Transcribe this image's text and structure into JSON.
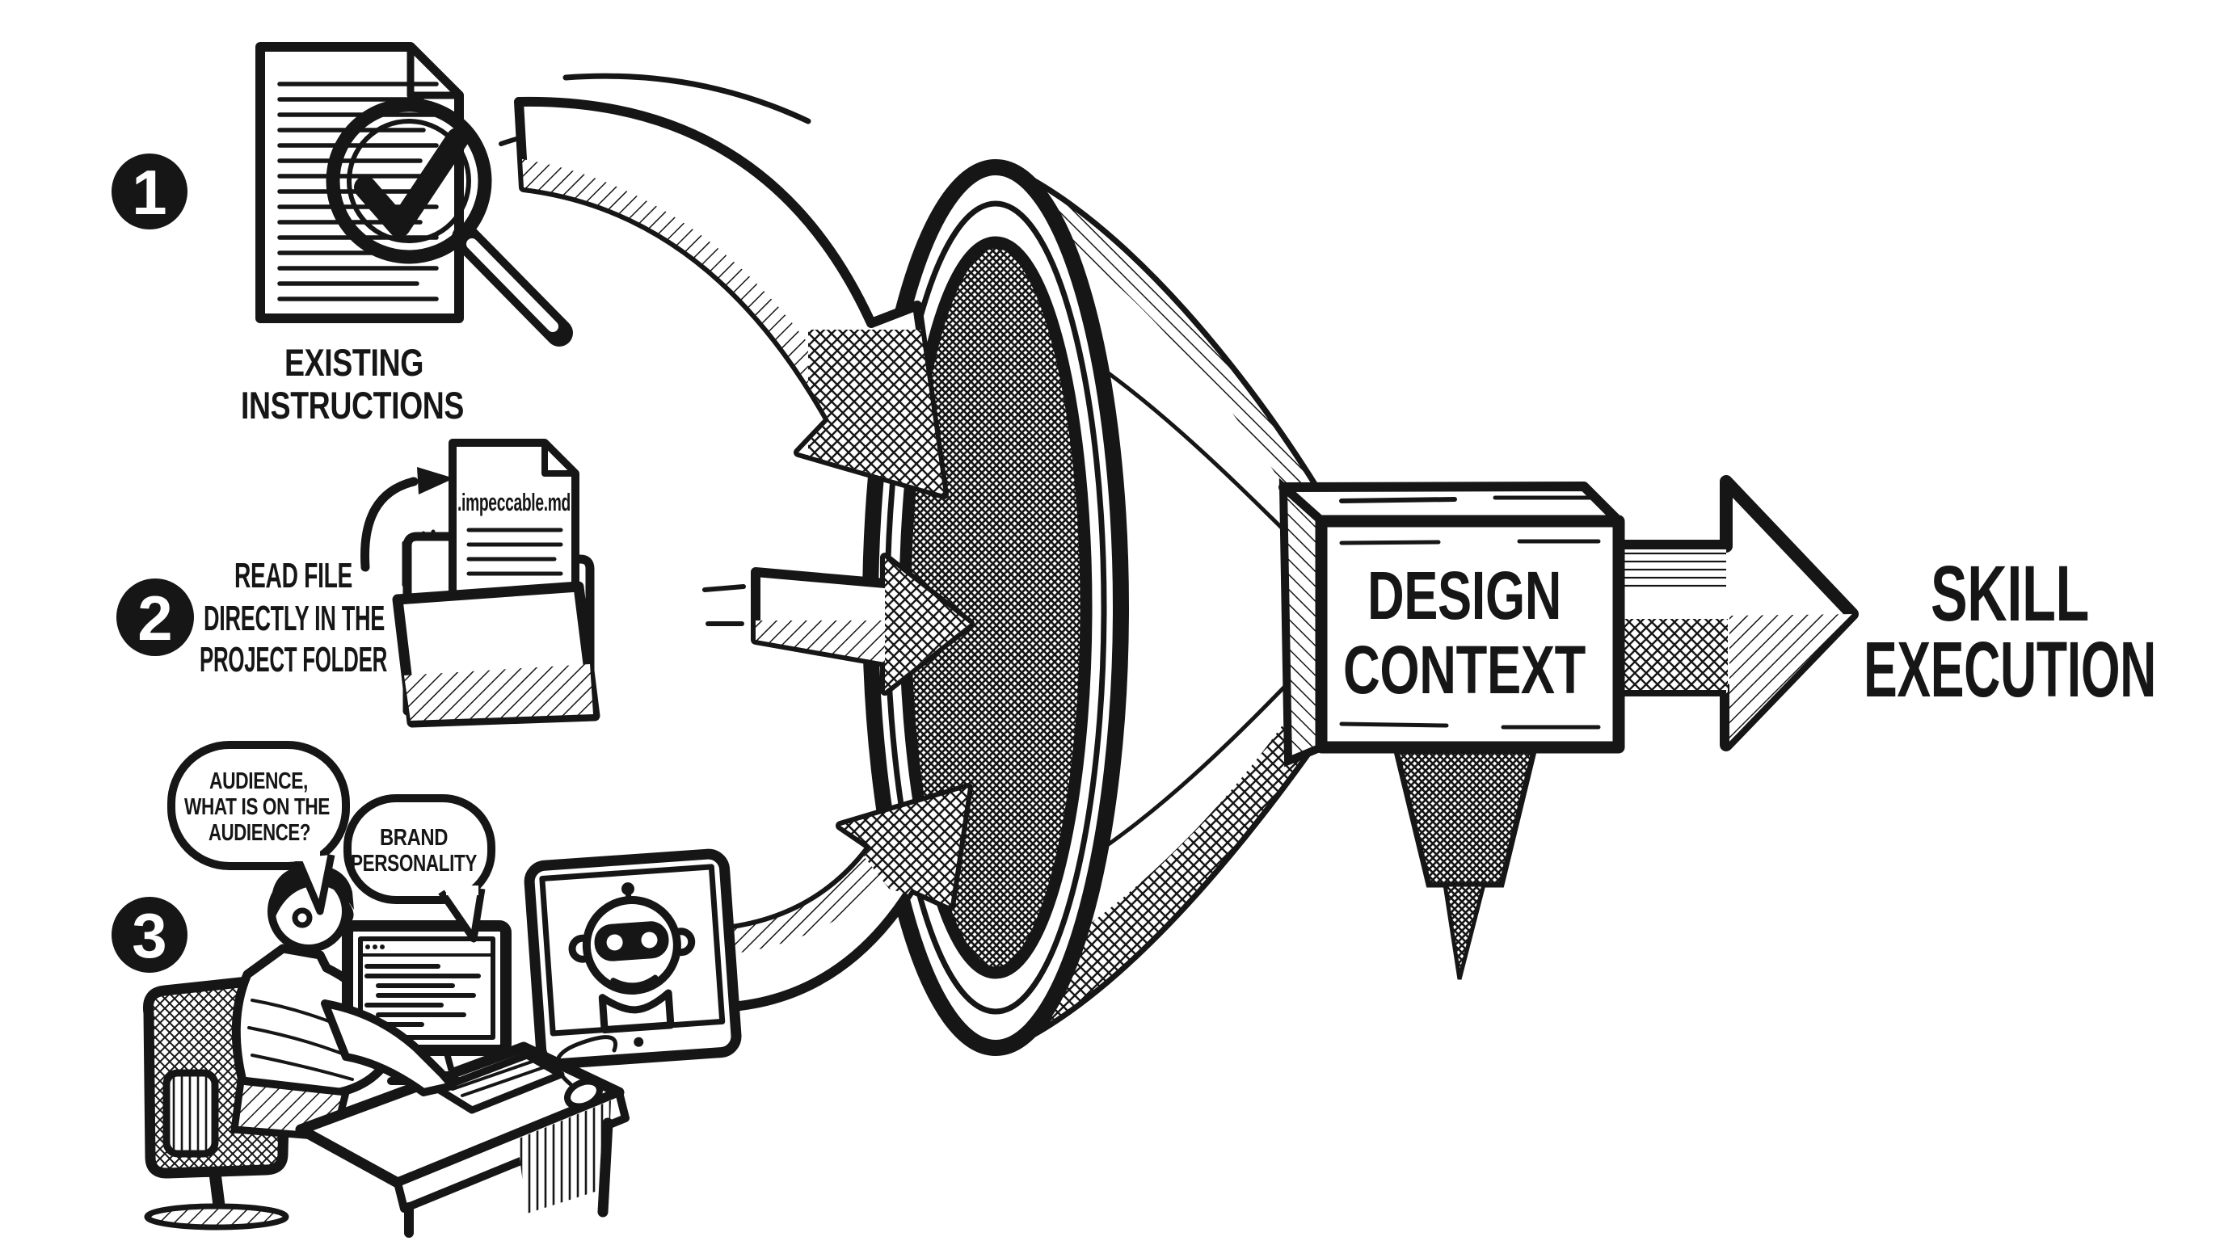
{
  "title": "Design context funnel diagram",
  "colors": {
    "ink": "#161616",
    "paper": "#ffffff"
  },
  "steps": {
    "step1": {
      "number": "1",
      "label1": "EXISTING",
      "label2": "INSTRUCTIONS"
    },
    "step2": {
      "number": "2",
      "label1": "READ FILE",
      "label2": "DIRECTLY IN THE",
      "label3": "PROJECT FOLDER",
      "file_name": ".impeccable.md"
    },
    "step3": {
      "number": "3",
      "bubble1": {
        "line1": "AUDIENCE,",
        "line2": "WHAT IS ON THE",
        "line3": "AUDIENCE?"
      },
      "bubble2": {
        "line1": "BRAND",
        "line2": "PERSONALITY"
      }
    }
  },
  "context_box": {
    "line1": "DESIGN",
    "line2": "CONTEXT"
  },
  "output": {
    "line1": "SKILL",
    "line2": "EXECUTION"
  }
}
